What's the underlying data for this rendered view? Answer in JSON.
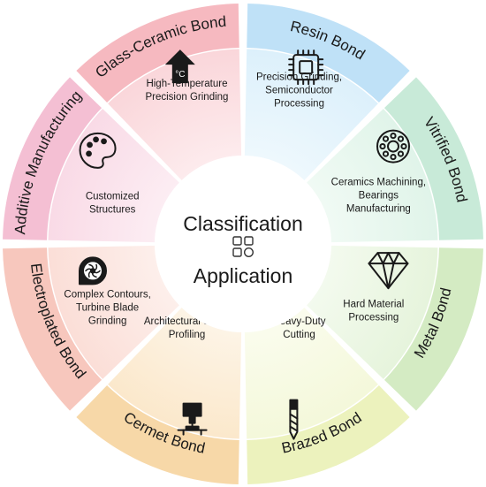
{
  "center": {
    "title": "Classification",
    "subtitle": "Application",
    "icon": "four-squares-icon"
  },
  "segments": [
    {
      "bond": "Resin Bond",
      "application": [
        "Precision Grinding,",
        "Semiconductor",
        "Processing"
      ],
      "icon": "microchip-icon",
      "color_outer": "#bfe1f7",
      "color_inner": "#dcf0fb",
      "color_light": "#eef8fd"
    },
    {
      "bond": "Vitrified Bond",
      "application": [
        "Ceramics Machining,",
        "Bearings",
        "Manufacturing"
      ],
      "icon": "bearing-icon",
      "color_outer": "#c8ead8",
      "color_inner": "#e0f4e9",
      "color_light": "#f0faf4"
    },
    {
      "bond": "Metal Bond",
      "application": [
        "Hard Material",
        "Processing"
      ],
      "icon": "diamond-icon",
      "color_outer": "#d4ebc3",
      "color_inner": "#e6f4dc",
      "color_light": "#f3faee"
    },
    {
      "bond": "Brazed Bond",
      "application": [
        "Heavy-Duty",
        "Cutting"
      ],
      "icon": "drill-bit-icon",
      "color_outer": "#ecf2bd",
      "color_inner": "#f4f8da",
      "color_light": "#fafced"
    },
    {
      "bond": "Cermet Bond",
      "application": [
        "Architectural Stone",
        "Profiling"
      ],
      "icon": "cnc-machine-icon",
      "color_outer": "#f7d8a8",
      "color_inner": "#fbe8cb",
      "color_light": "#fdf4e6"
    },
    {
      "bond": "Electroplated Bond",
      "application": [
        "Complex Contours,",
        "Turbine Blade",
        "Grinding"
      ],
      "icon": "turbine-icon",
      "color_outer": "#f7c7bd",
      "color_inner": "#fbded7",
      "color_light": "#fdefeb"
    },
    {
      "bond": "Additive Manufacturing",
      "application": [
        "Customized",
        "Structures"
      ],
      "icon": "palette-icon",
      "color_outer": "#f4bfd3",
      "color_inner": "#f9dae6",
      "color_light": "#fcedf3"
    },
    {
      "bond": "Glass-Ceramic Bond",
      "application": [
        "High-Temperature",
        "Precision Grinding"
      ],
      "icon": "temperature-arrow-icon",
      "color_outer": "#f6b9c0",
      "color_inner": "#fad6da",
      "color_light": "#fdebed"
    }
  ],
  "temperature_unit": "°C"
}
